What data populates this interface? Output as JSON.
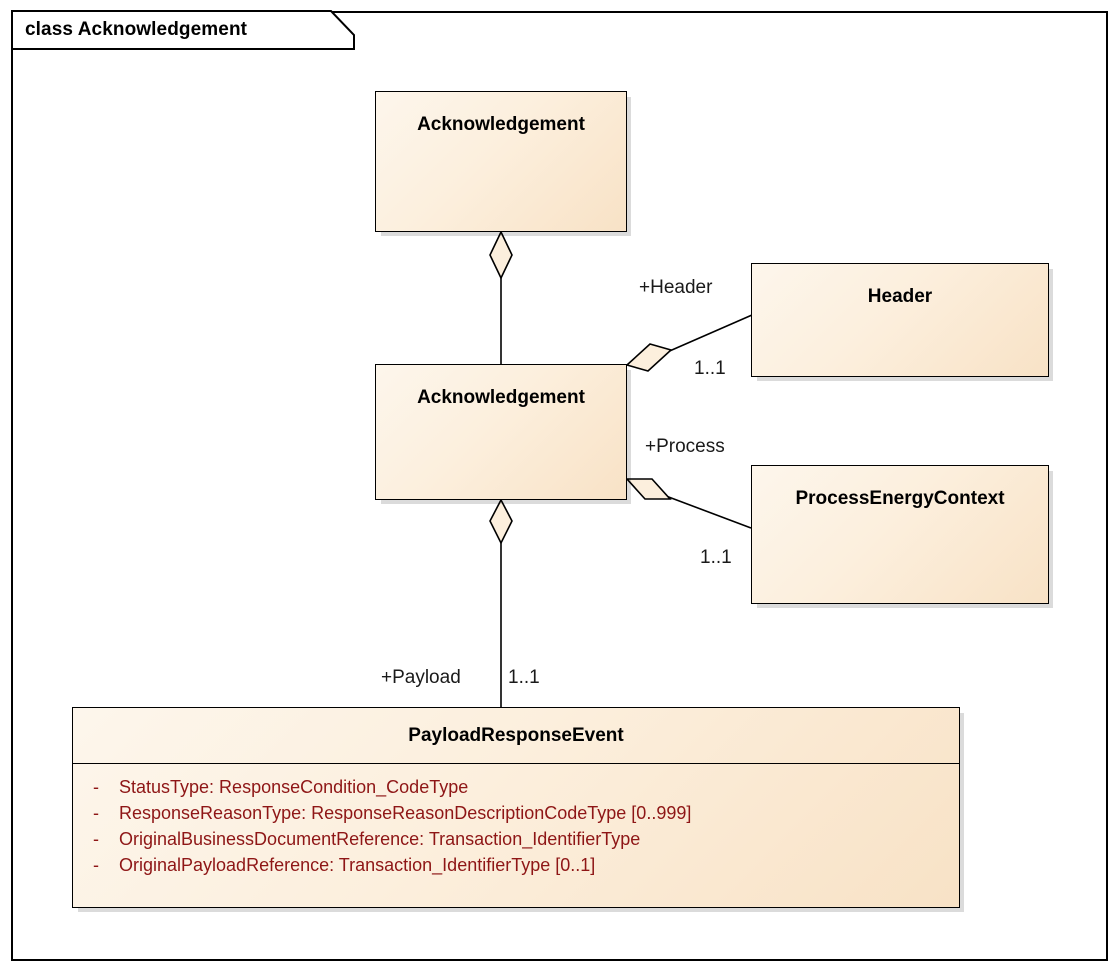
{
  "frame": {
    "label": "class Acknowledgement"
  },
  "classes": {
    "ack_top": {
      "name": "Acknowledgement"
    },
    "ack_mid": {
      "name": "Acknowledgement"
    },
    "header": {
      "name": "Header"
    },
    "process_energy_context": {
      "name": "ProcessEnergyContext"
    },
    "payload_response_event": {
      "name": "PayloadResponseEvent",
      "attributes": [
        {
          "visibility": "-",
          "signature": "StatusType: ResponseCondition_CodeType"
        },
        {
          "visibility": "-",
          "signature": "ResponseReasonType: ResponseReasonDescriptionCodeType [0..999]"
        },
        {
          "visibility": "-",
          "signature": "OriginalBusinessDocumentReference: Transaction_IdentifierType"
        },
        {
          "visibility": "-",
          "signature": "OriginalPayloadReference: Transaction_IdentifierType [0..1]"
        }
      ]
    }
  },
  "associations": {
    "header_role": "+Header",
    "header_mult": "1..1",
    "process_role": "+Process",
    "process_mult": "1..1",
    "payload_role": "+Payload",
    "payload_mult": "1..1"
  },
  "colors": {
    "box_fill_light": "#fdf6ec",
    "box_fill_dark": "#f8e2c6",
    "border": "#000000",
    "attribute_text": "#8e1616",
    "title_text": "#000000",
    "canvas": "#ffffff"
  }
}
